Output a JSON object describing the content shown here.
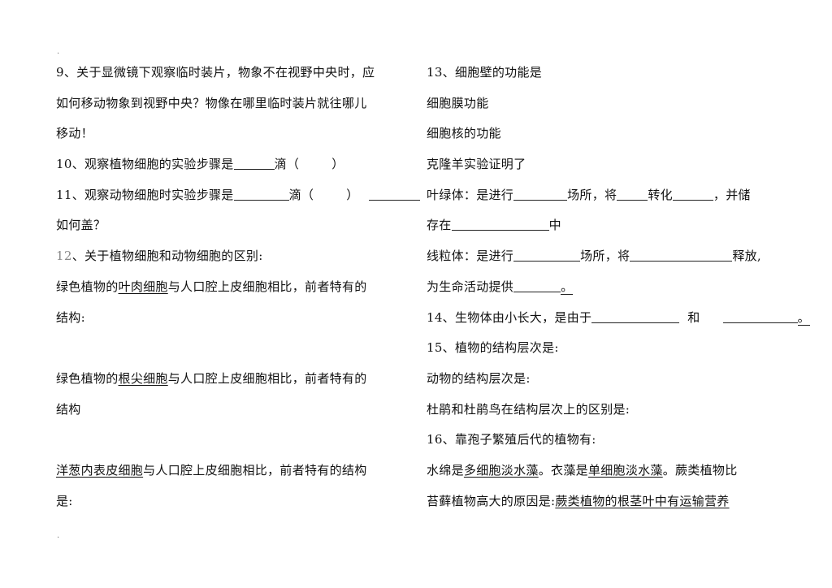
{
  "left": {
    "q9": {
      "l1": "9、关于显微镜下观察临时装片，物象不在视野中央时，应",
      "l2": "如何移动物象到视野中央？物像在哪里临时装片就往哪儿",
      "l3": "移动！"
    },
    "q10": {
      "a": "10、观察植物细胞的实验步骤是",
      "b": "滴（",
      "c": "）"
    },
    "q11": {
      "a": "11、观察动物细胞时实验步骤是",
      "b": "滴（",
      "c": "）",
      "l2": "如何盖？"
    },
    "q12": {
      "num": "12",
      "title": "、关于植物细胞和动物细胞的区别:",
      "s1_pre": "绿色植物的",
      "s1_u": "叶肉细胞",
      "s1_post": "与人口腔上皮细胞相比，前者特有的",
      "s1_l2": "结构:",
      "s2_pre": "绿色植物的",
      "s2_u": "根尖细胞",
      "s2_post": "与人口腔上皮细胞相比，前者特有的",
      "s2_l2": "结构",
      "s3_u": "洋葱内表皮细胞",
      "s3_post": "与人口腔上皮细胞相比，前者特有的结构",
      "s3_l2": "是:"
    }
  },
  "right": {
    "q13": {
      "l1": "13、细胞壁的功能是",
      "l2": "细胞膜功能",
      "l3": "细胞核的功能",
      "l4": "克隆羊实验证明了"
    },
    "chloroplast": {
      "a": "叶绿体：是进行",
      "b": "场所，将",
      "c": "转化",
      "d": "，并储",
      "l2": "存在",
      "l2_end": "中"
    },
    "mito": {
      "a": "线粒体：是进行",
      "b": "场所，将",
      "c": "释放,",
      "l2": "为生命活动提供",
      "l2_end": "。"
    },
    "q14": {
      "a": "14、生物体由小长大，是由于",
      "b": "和",
      "c": "。"
    },
    "q15": {
      "l1": "15、植物的结构层次是:",
      "l2": "动物的结构层次是:",
      "l3": "杜鹃和杜鹃鸟在结构层次上的区别是:"
    },
    "q16": {
      "l1": "16、靠孢子繁殖后代的植物有:",
      "l2_a": "水绵是",
      "l2_b": "多细胞淡水藻",
      "l2_c": "。衣藻是",
      "l2_d": "单细胞淡水藻",
      "l2_e": "。蕨类植物比",
      "l3_a": "苔藓植物高大的原因是:",
      "l3_b": "蕨类植物的根茎叶中有运输营养"
    }
  },
  "marks": {
    "dot": "."
  }
}
